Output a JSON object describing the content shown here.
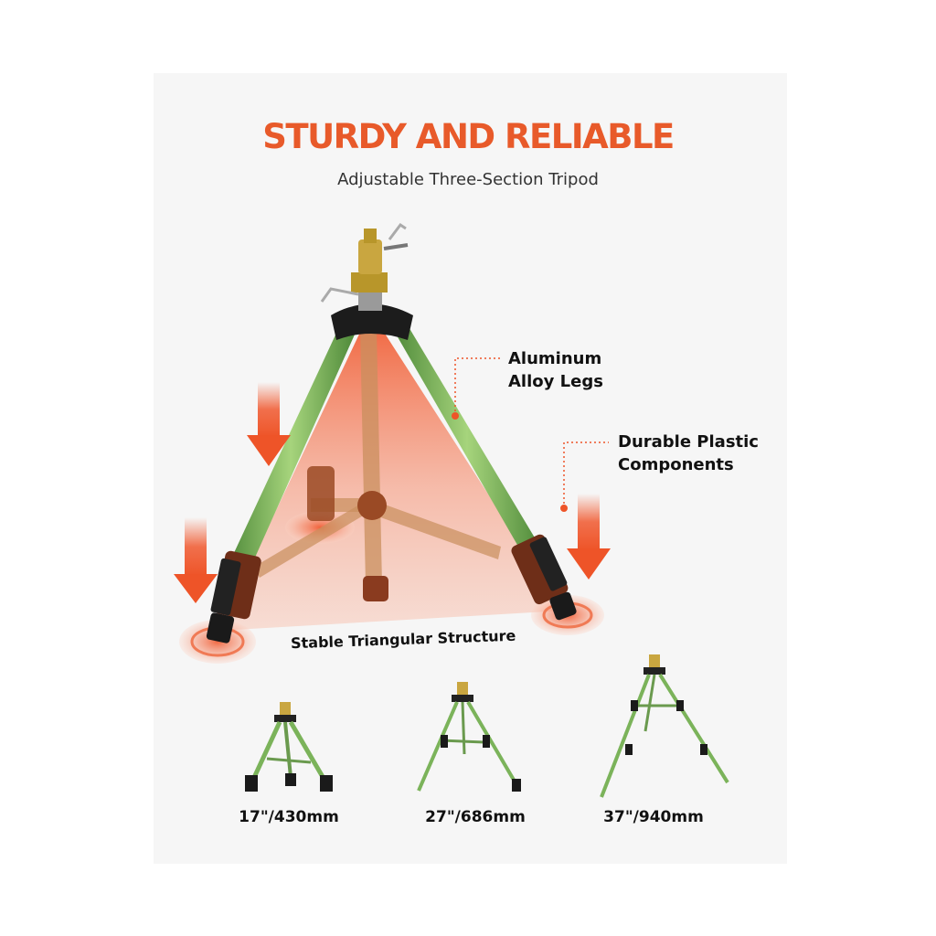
{
  "header": {
    "title": "STURDY AND RELIABLE",
    "subtitle": "Adjustable Three-Section Tripod"
  },
  "callouts": {
    "legs_line1": "Aluminum",
    "legs_line2": "Alloy Legs",
    "components_line1": "Durable Plastic",
    "components_line2": "Components",
    "structure": "Stable Triangular Structure"
  },
  "sizes": [
    {
      "label": "17\"/430mm"
    },
    {
      "label": "27\"/686mm"
    },
    {
      "label": "37\"/940mm"
    }
  ],
  "colors": {
    "accent": "#e85a2a",
    "leg_green": "#7bb35a",
    "panel": "#f6f6f6"
  }
}
